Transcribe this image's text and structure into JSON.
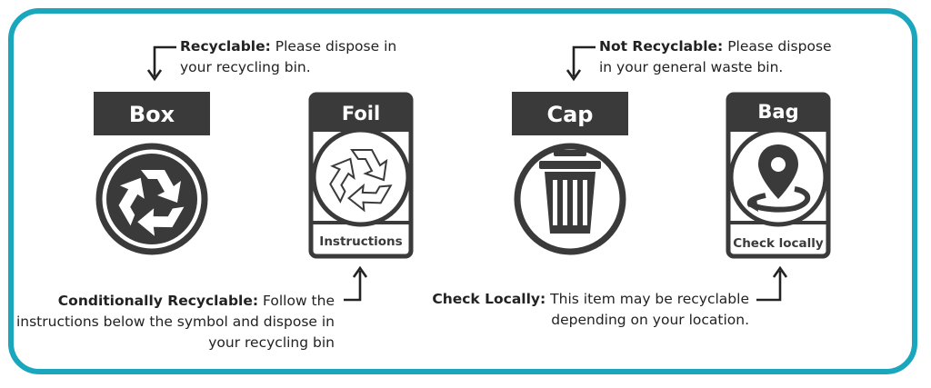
{
  "legends": {
    "recyclable": {
      "title": "Recyclable:",
      "line1": "Please dispose in",
      "line2": "your recycling bin."
    },
    "not_recyclable": {
      "title": "Not Recyclable:",
      "line1": "Please dispose",
      "line2": "in your general waste bin."
    },
    "conditional": {
      "title": "Conditionally Recyclable:",
      "line1": "Follow the",
      "line2": "instructions below the symbol and dispose in",
      "line3": "your recycling bin"
    },
    "check_locally": {
      "title": "Check Locally:",
      "line1": "This item may be recyclable",
      "line2": "depending on your location."
    }
  },
  "labels": {
    "box": {
      "name": "Box",
      "icon": "recycle-icon"
    },
    "foil": {
      "name": "Foil",
      "instruction": "Instructions",
      "icon": "recycle-outline-icon"
    },
    "cap": {
      "name": "Cap",
      "icon": "trash-bin-icon"
    },
    "bag": {
      "name": "Bag",
      "instruction": "Check locally",
      "icon": "location-pin-icon"
    }
  },
  "colors": {
    "border": "#1aa7bd",
    "label_dark": "#3a3a3a",
    "text": "#222222"
  }
}
